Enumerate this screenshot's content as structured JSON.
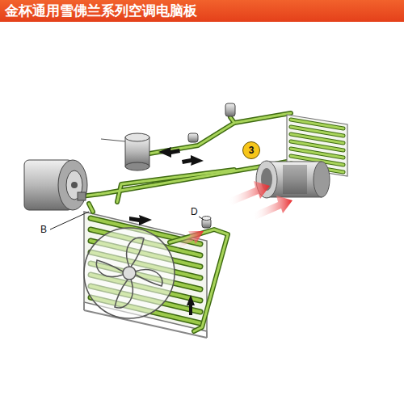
{
  "diagram": {
    "title": "金杯通用雪佛兰系列空调电脑板",
    "nodes": [
      {
        "text": [
          "3"
        ]
      }
    ],
    "labels": [
      "B",
      "D"
    ]
  }
}
